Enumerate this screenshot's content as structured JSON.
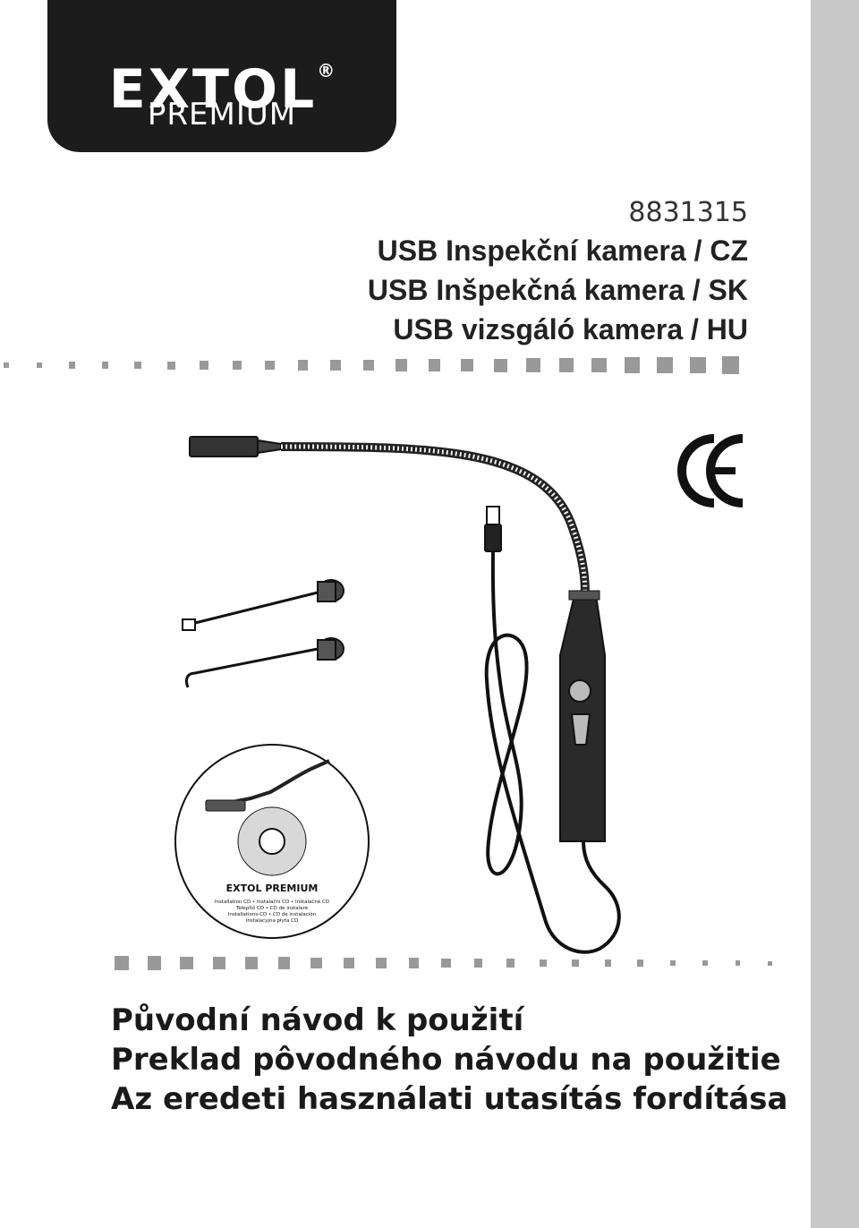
{
  "logo": {
    "brand": "EXTOL",
    "registered": "®",
    "line": "PREMIUM"
  },
  "product_code": "8831315",
  "titles": [
    "USB Inspekční kamera / CZ",
    "USB Inšpekčná kamera / SK",
    "USB vizsgáló kamera / HU"
  ],
  "cd_label": {
    "brand": "EXTOL PREMIUM",
    "lines": [
      "Installation CD • Instalační CD • Inštalačné CD",
      "Telepítő CD • CD de instalare",
      "Installations-CD • CD de instalación",
      "Instalacyjna płyta CD"
    ]
  },
  "ce_mark": "CE",
  "footer": [
    "Původní návod k použití",
    "Preklad pôvodného návodu na použitie",
    "Az eredeti használati utasítás fordítása"
  ]
}
